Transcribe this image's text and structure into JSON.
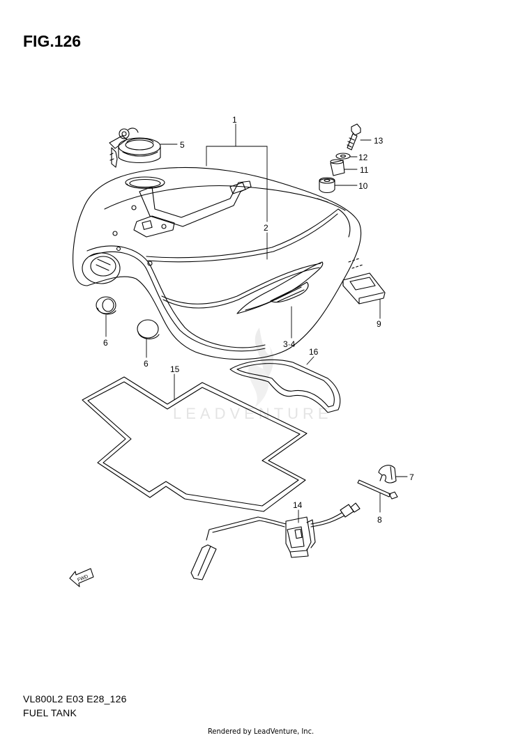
{
  "figure": {
    "title": "FIG.126",
    "model_code": "VL800L2 E03 E28_126",
    "name": "FUEL TANK"
  },
  "footer": {
    "rendered_by": "Rendered by LeadVenture, Inc."
  },
  "watermark": {
    "text": "LEADVENTURE"
  },
  "callouts": {
    "c1": "1",
    "c2": "2",
    "c34": "3·4",
    "c5": "5",
    "c6a": "6",
    "c6b": "6",
    "c7": "7",
    "c8": "8",
    "c9": "9",
    "c10": "10",
    "c11": "11",
    "c12": "12",
    "c13": "13",
    "c14": "14",
    "c15": "15",
    "c16": "16"
  },
  "fwd_label": "FWD",
  "colors": {
    "line": "#000000",
    "watermark": "#e4e4e4",
    "background": "#ffffff"
  }
}
